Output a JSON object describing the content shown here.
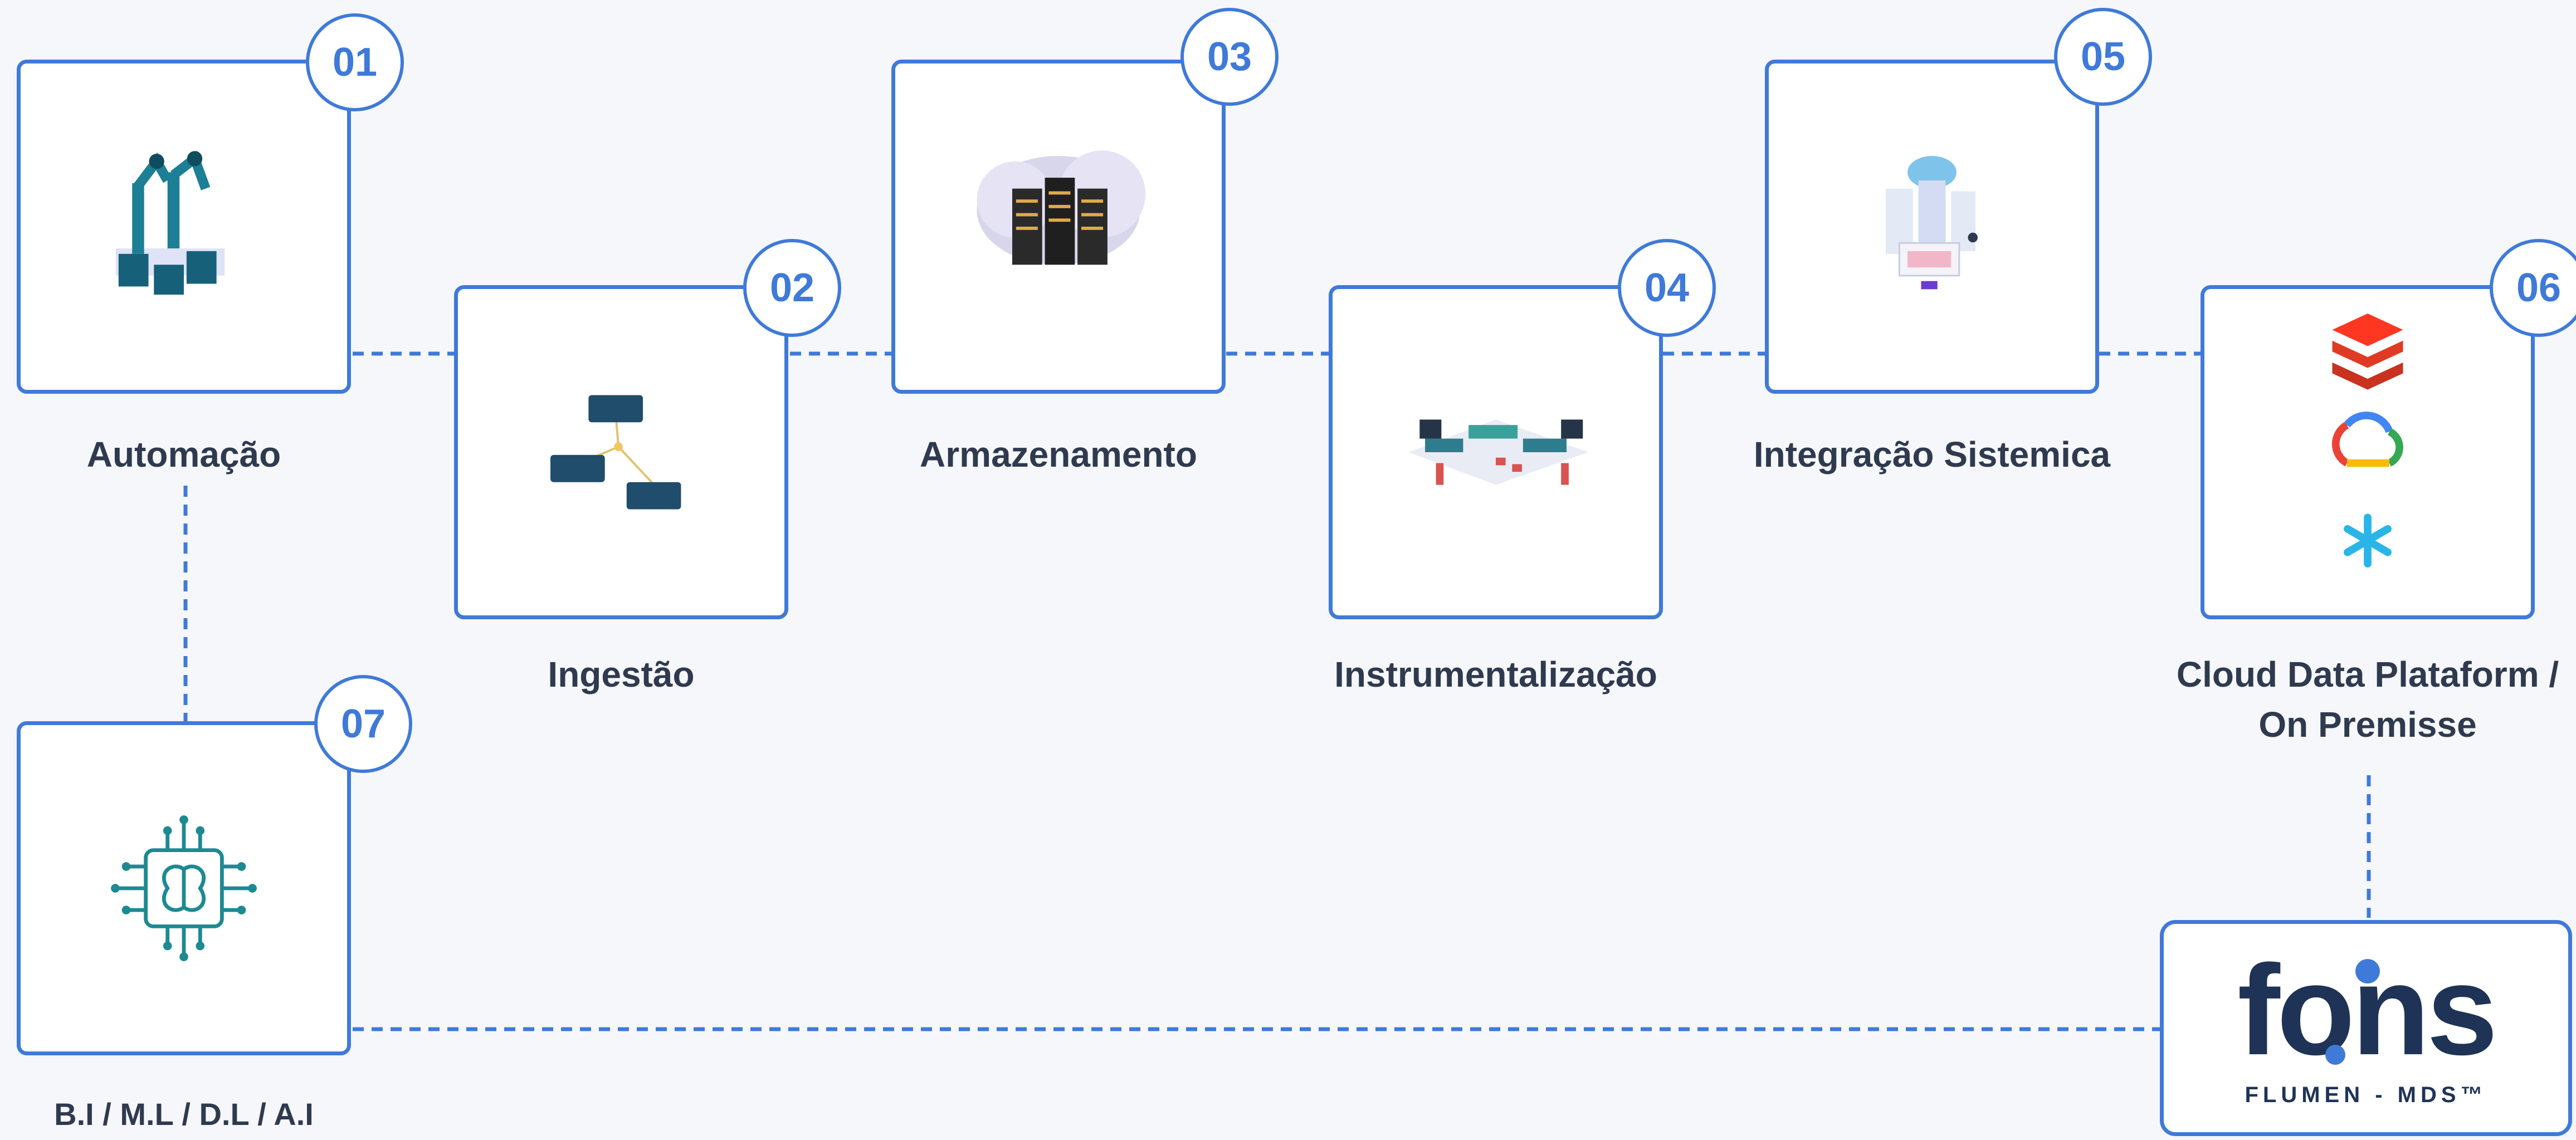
{
  "steps": [
    {
      "number": "01",
      "label": "Automação",
      "icon": "robot-arms-icon"
    },
    {
      "number": "02",
      "label": "Ingestão",
      "icon": "network-devices-icon"
    },
    {
      "number": "03",
      "label": "Armazenamento",
      "icon": "server-cloud-icon"
    },
    {
      "number": "04",
      "label": "Instrumentalização",
      "icon": "factory-line-icon"
    },
    {
      "number": "05",
      "label": "Integração Sistemica",
      "icon": "system-integration-icon"
    },
    {
      "number": "06",
      "label_line1": "Cloud Data Plataform /",
      "label_line2": "On Premisse",
      "icon": "cloud-platforms-icon"
    },
    {
      "number": "07",
      "label": "B.I / M.L / D.L /  A.I",
      "icon": "ai-brain-chip-icon"
    }
  ],
  "brand": {
    "wordmark": "fons",
    "tagline": "FLUMEN - MDS™"
  },
  "colors": {
    "accent": "#3f7ad9",
    "text": "#2f3a4f",
    "background": "#f5f7fb",
    "brand": "#1f3357"
  }
}
